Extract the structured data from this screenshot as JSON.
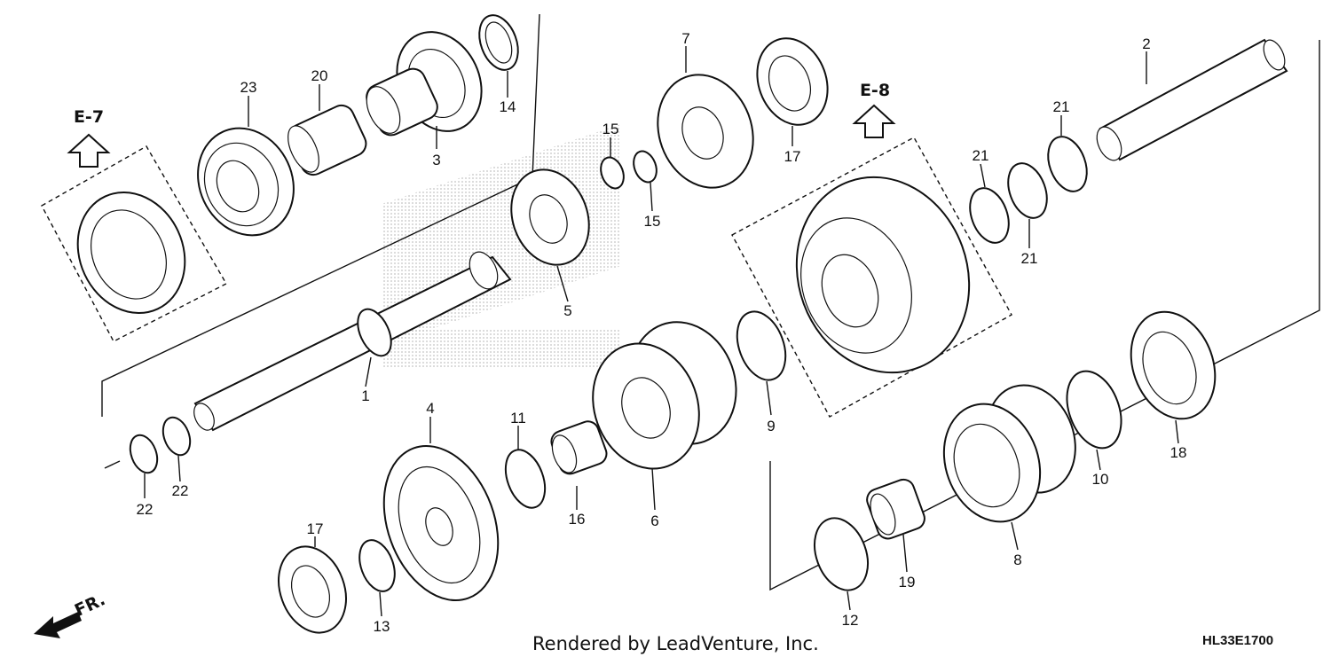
{
  "refs": {
    "e7": "E-7",
    "e8": "E-8",
    "fr": "FR."
  },
  "labels": {
    "p1": "1",
    "p2": "2",
    "p3": "3",
    "p4": "4",
    "p5": "5",
    "p6": "6",
    "p7": "7",
    "p8": "8",
    "p9": "9",
    "p10": "10",
    "p11": "11",
    "p12": "12",
    "p13": "13",
    "p14": "14",
    "p15a": "15",
    "p15b": "15",
    "p16": "16",
    "p17a": "17",
    "p17b": "17",
    "p18": "18",
    "p19": "19",
    "p20": "20",
    "p21a": "21",
    "p21b": "21",
    "p21c": "21",
    "p22a": "22",
    "p22b": "22",
    "p23": "23"
  },
  "footer": {
    "credit": "Rendered by LeadVenture, Inc.",
    "code": "HL33E1700"
  },
  "colors": {
    "ink": "#111111",
    "paper": "#ffffff",
    "watermark": "#bdbdbd"
  }
}
